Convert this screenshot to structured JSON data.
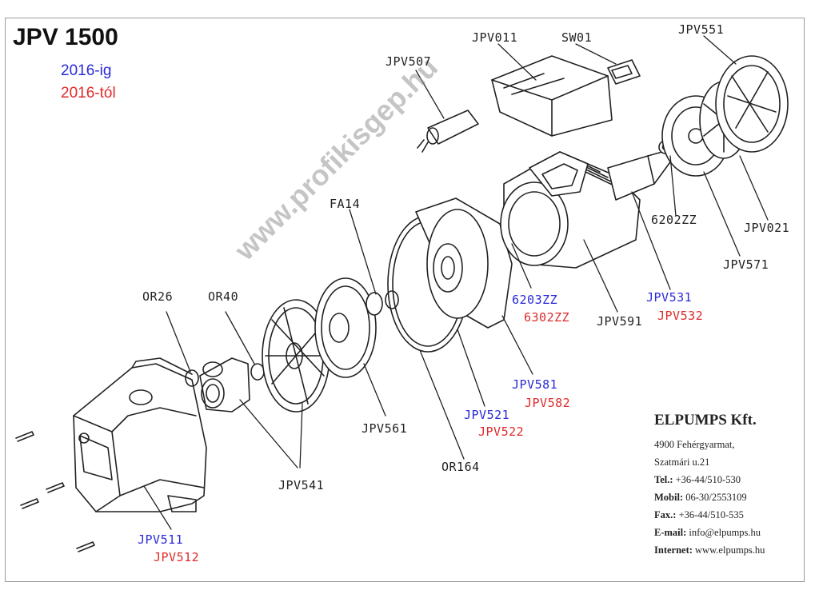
{
  "title": "JPV 1500",
  "legend": {
    "before": "2016-ig",
    "after": "2016-tól",
    "before_color": "#2a2ad8",
    "after_color": "#e02a2a"
  },
  "watermark": "www.profikisgep.hu",
  "labels": {
    "jpv011": "JPV011",
    "sw01": "SW01",
    "jpv551": "JPV551",
    "jpv507": "JPV507",
    "fa14": "FA14",
    "jpv021": "JPV021",
    "ball6202": "6202ZZ",
    "jpv571": "JPV571",
    "or26": "OR26",
    "or40": "OR40",
    "ball6203": "6203ZZ",
    "ball6302": "6302ZZ",
    "jpv531": "JPV531",
    "jpv532": "JPV532",
    "jpv591": "JPV591",
    "jpv581": "JPV581",
    "jpv582": "JPV582",
    "jpv521": "JPV521",
    "jpv522": "JPV522",
    "jpv561": "JPV561",
    "or164": "OR164",
    "jpv541": "JPV541",
    "jpv511": "JPV511",
    "jpv512": "JPV512"
  },
  "company": {
    "name": "ELPUMPS Kft.",
    "address1": "4900 Fehérgyarmat,",
    "address2": "Szatmári u.21",
    "tel_label": "Tel.:",
    "tel": "+36-44/510-530",
    "mobil_label": "Mobil:",
    "mobil": "06-30/2553109",
    "fax_label": "Fax.:",
    "fax": "+36-44/510-535",
    "email_label": "E-mail:",
    "email": "info@elpumps.hu",
    "internet_label": "Internet:",
    "internet": "www.elpumps.hu"
  }
}
